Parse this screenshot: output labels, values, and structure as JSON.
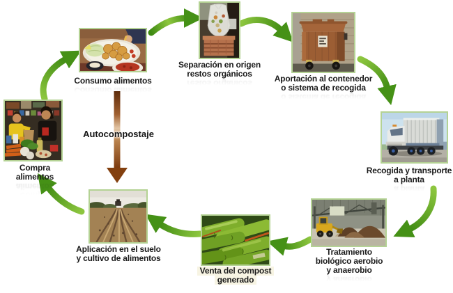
{
  "diagram": {
    "background_color": "#ffffff",
    "arrow_green_color": "#4a9b1e",
    "arrow_brown_color": "#8a4313",
    "center_label": "Autocompostaje",
    "nodes": [
      {
        "id": "consumo-alimentos",
        "photo": "plate-of-food",
        "lines": [
          "Consumo alimentos"
        ]
      },
      {
        "id": "separacion-origen",
        "photo": "organic-waste-bag",
        "lines": [
          "Separación en origen",
          "restos orgánicos"
        ]
      },
      {
        "id": "aportacion-contenedor",
        "photo": "brown-container",
        "lines": [
          "Aportación al contenedor",
          "o sistema de recogida"
        ]
      },
      {
        "id": "recogida-transporte",
        "photo": "garbage-truck",
        "lines": [
          "Recogida y transporte",
          "a planta"
        ]
      },
      {
        "id": "tratamiento-biologico",
        "photo": "treatment-plant",
        "lines": [
          "Tratamiento",
          "biológico aerobio",
          "y anaerobio"
        ]
      },
      {
        "id": "venta-compost",
        "photo": "compost-bags",
        "lines": [
          "Venta del compost",
          "generado"
        ],
        "highlight_color": "#f7f4e3"
      },
      {
        "id": "aplicacion-suelo",
        "photo": "plowed-field",
        "lines": [
          "Aplicación en el suelo",
          "y cultivo de alimentos"
        ]
      },
      {
        "id": "compra-alimentos",
        "photo": "grocery-shopping",
        "lines": [
          "Compra alimentos"
        ]
      }
    ],
    "flow": [
      "compra-alimentos → consumo-alimentos",
      "consumo-alimentos → separacion-origen",
      "separacion-origen → aportacion-contenedor",
      "aportacion-contenedor → recogida-transporte",
      "recogida-transporte → tratamiento-biologico",
      "tratamiento-biologico → venta-compost",
      "venta-compost → aplicacion-suelo",
      "aplicacion-suelo → compra-alimentos",
      "consumo-alimentos → aplicacion-suelo (Autocompostaje)"
    ]
  }
}
